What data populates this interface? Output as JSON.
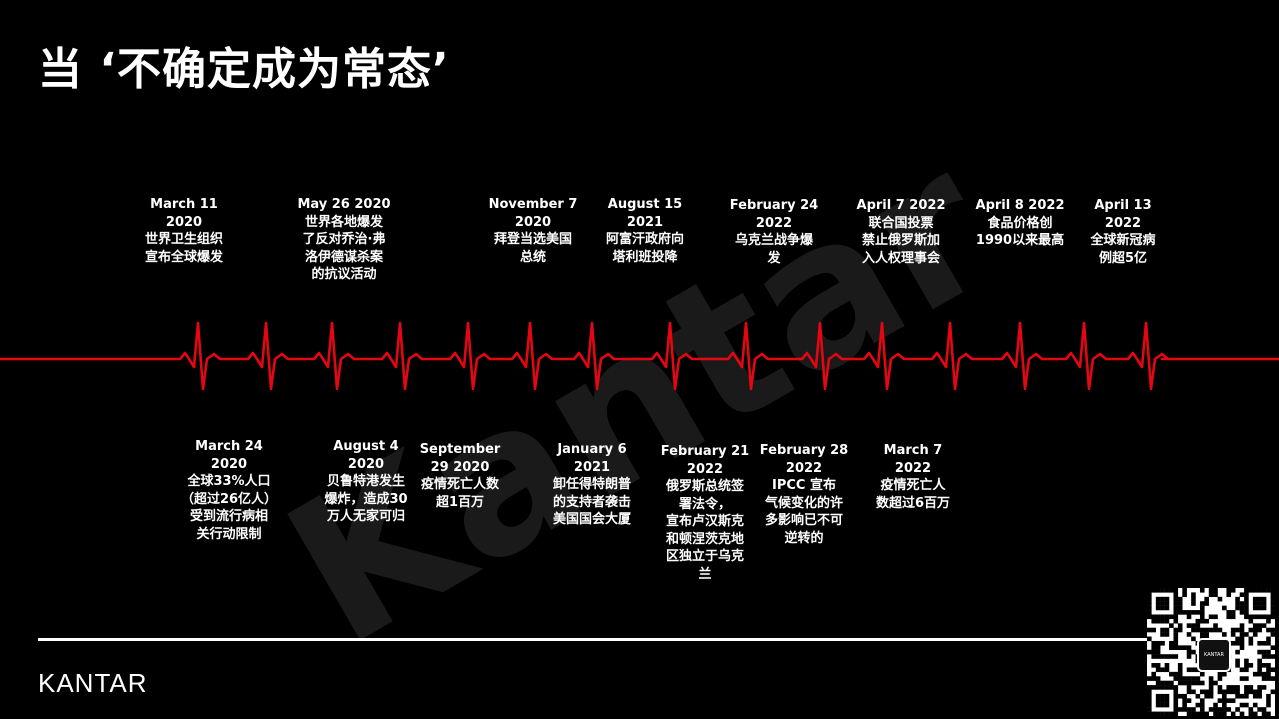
{
  "title": "当 ‘不确定成为常态’",
  "watermark": "Kantar",
  "brand": "KANTAR",
  "qr_center_text": "KANTAR",
  "colors": {
    "background": "#000000",
    "pulse": "#e30613",
    "text": "#ffffff"
  },
  "events_top": [
    {
      "date": "March 11\n2020",
      "text": "世界卫生组织\n宣布全球爆发"
    },
    {
      "date": "May 26 2020",
      "text": "世界各地爆发\n了反对乔治·弗\n洛伊德谋杀案\n的抗议活动"
    },
    {
      "date": "November 7\n2020",
      "text": "拜登当选美国\n总统"
    },
    {
      "date": "August 15\n2021",
      "text": "阿富汗政府向\n塔利班投降"
    },
    {
      "date": "February 24\n2022",
      "text": "乌克兰战争爆\n发"
    },
    {
      "date": "April 7 2022",
      "text": "联合国投票\n禁止俄罗斯加\n入人权理事会"
    },
    {
      "date": "April 8 2022",
      "text": "食品价格创\n1990以来最高"
    },
    {
      "date": "April 13\n2022",
      "text": "全球新冠病\n例超5亿"
    }
  ],
  "events_bottom": [
    {
      "date": "March 24\n2020",
      "text": "全球33%人口\n（超过26亿人）\n受到流行病相\n关行动限制"
    },
    {
      "date": "August 4\n2020",
      "text": "贝鲁特港发生\n爆炸，造成30\n万人无家可归"
    },
    {
      "date": "September\n29 2020",
      "text": "疫情死亡人数\n超1百万"
    },
    {
      "date": "January 6\n2021",
      "text": "卸任得特朗普\n的支持者袭击\n美国国会大厦"
    },
    {
      "date": "February 21\n2022",
      "text": "俄罗斯总统签\n署法令，\n宣布卢汉斯克\n和顿涅茨克地\n区独立于乌克\n兰"
    },
    {
      "date": "February 28\n2022",
      "text": "IPCC 宣布\n气候变化的许\n多影响已不可\n逆转的"
    },
    {
      "date": "March 7\n2022",
      "text": "疫情死亡人\n数超过6百万"
    }
  ]
}
